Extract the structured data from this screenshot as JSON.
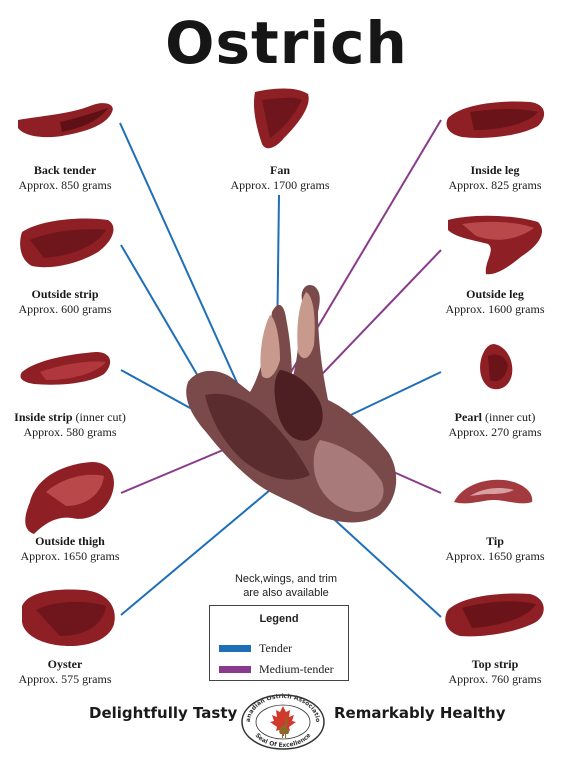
{
  "title": "Ostrich",
  "colors": {
    "tender": "#1f6fb8",
    "medium_tender": "#8a3a8c",
    "meat": "#8e1f24",
    "meat_dark": "#5e1015",
    "carcass": "#7a4a4a"
  },
  "cuts": [
    {
      "name": "Back tender",
      "note": "",
      "weight": "Approx. 850 grams",
      "tenderness": "tender"
    },
    {
      "name": "Fan",
      "note": "",
      "weight": "Approx. 1700 grams",
      "tenderness": "tender"
    },
    {
      "name": "Inside leg",
      "note": "",
      "weight": "Approx. 825 grams",
      "tenderness": "medium-tender"
    },
    {
      "name": "Outside strip",
      "note": "",
      "weight": "Approx. 600 grams",
      "tenderness": "tender"
    },
    {
      "name": "Outside leg",
      "note": "",
      "weight": "Approx. 1600 grams",
      "tenderness": "medium-tender"
    },
    {
      "name": "Inside strip",
      "note": " (inner cut)",
      "weight": "Approx. 580 grams",
      "tenderness": "tender"
    },
    {
      "name": "Pearl",
      "note": " (inner cut)",
      "weight": "Approx. 270 grams",
      "tenderness": "tender"
    },
    {
      "name": "Outside thigh",
      "note": "",
      "weight": "Approx. 1650 grams",
      "tenderness": "medium-tender"
    },
    {
      "name": "Tip",
      "note": "",
      "weight": "Approx. 1650 grams",
      "tenderness": "medium-tender"
    },
    {
      "name": "Oyster",
      "note": "",
      "weight": "Approx. 575 grams",
      "tenderness": "tender"
    },
    {
      "name": "Top strip",
      "note": "",
      "weight": "Approx. 760 grams",
      "tenderness": "tender"
    }
  ],
  "extra_note_line1": "Neck,wings, and trim",
  "extra_note_line2": "are also available",
  "legend": {
    "title": "Legend",
    "items": [
      {
        "label": "Tender",
        "color": "#1f6fb8"
      },
      {
        "label": "Medium-tender",
        "color": "#8a3a8c"
      }
    ]
  },
  "slogan_left": "Delightfully Tasty",
  "slogan_right": "Remarkably Healthy",
  "seal": {
    "text_top": "Canadian Ostrich Association",
    "text_bottom": "Seal Of Excellence"
  }
}
